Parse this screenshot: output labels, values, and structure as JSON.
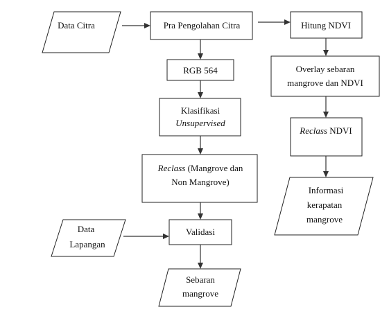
{
  "nodes": {
    "data_citra": {
      "label": "Data Citra"
    },
    "pra_pengolahan": {
      "label": "Pra Pengolahan Citra"
    },
    "hitung_ndvi": {
      "label": "Hitung NDVI"
    },
    "rgb": {
      "label": "RGB 564"
    },
    "klasifikasi": {
      "line1": "Klasifikasi",
      "line2": "Unsupervised"
    },
    "reclass_mangrove": {
      "line1_italic": "Reclass",
      "line1_rest": " (Mangrove dan",
      "line2": "Non Mangrove)"
    },
    "validasi": {
      "label": "Validasi"
    },
    "data_lapangan": {
      "line1": "Data",
      "line2": "Lapangan"
    },
    "sebaran": {
      "line1": "Sebaran",
      "line2": "mangrove"
    },
    "overlay": {
      "line1": "Overlay sebaran",
      "line2": "mangrove dan NDVI"
    },
    "reclass_ndvi": {
      "italic": "Reclass",
      "rest": " NDVI"
    },
    "informasi": {
      "line1": "Informasi",
      "line2": "kerapatan",
      "line3": "mangrove"
    }
  },
  "edges": [
    {
      "from": "Data Citra",
      "to": "Pra Pengolahan Citra"
    },
    {
      "from": "Pra Pengolahan Citra",
      "to": "Hitung NDVI"
    },
    {
      "from": "Pra Pengolahan Citra",
      "to": "RGB 564"
    },
    {
      "from": "RGB 564",
      "to": "Klasifikasi Unsupervised"
    },
    {
      "from": "Klasifikasi Unsupervised",
      "to": "Reclass (Mangrove dan Non Mangrove)"
    },
    {
      "from": "Reclass (Mangrove dan Non Mangrove)",
      "to": "Validasi"
    },
    {
      "from": "Data Lapangan",
      "to": "Validasi"
    },
    {
      "from": "Validasi",
      "to": "Sebaran mangrove"
    },
    {
      "from": "Hitung NDVI",
      "to": "Overlay sebaran mangrove dan NDVI"
    },
    {
      "from": "Overlay sebaran mangrove dan NDVI",
      "to": "Reclass NDVI"
    },
    {
      "from": "Reclass NDVI",
      "to": "Informasi kerapatan mangrove"
    }
  ]
}
